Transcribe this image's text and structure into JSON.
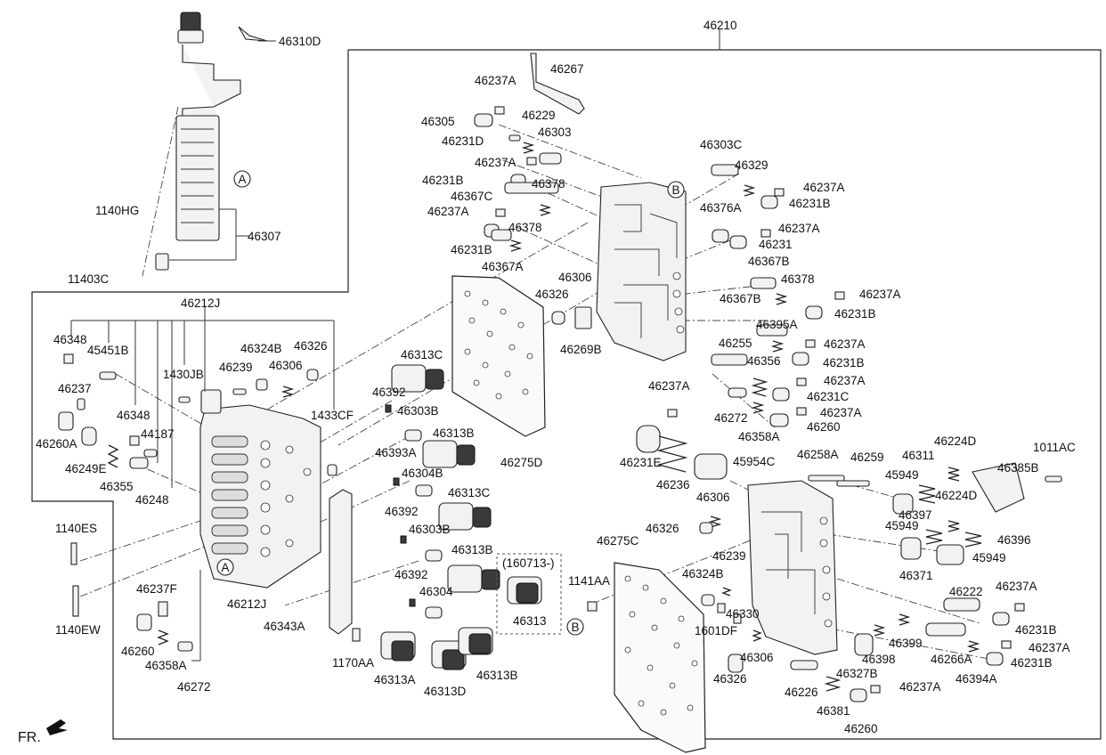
{
  "diagram": {
    "assembly": "46210",
    "labels": {
      "l46310D": "46310D",
      "l1140HG": "1140HG",
      "l46307": "46307",
      "l11403C": "11403C",
      "l46212J_top": "46212J",
      "l46348_a": "46348",
      "l45451B": "45451B",
      "l1430JB": "1430JB",
      "l46324B_l": "46324B",
      "l46326_l": "46326",
      "l46239_l": "46239",
      "l46306_l": "46306",
      "l46237": "46237",
      "l46348_b": "46348",
      "l44187": "44187",
      "l46260A": "46260A",
      "l46249E": "46249E",
      "l46355": "46355",
      "l46248": "46248",
      "l1433CF": "1433CF",
      "l1140ES": "1140ES",
      "l1140EW": "1140EW",
      "l46237F": "46237F",
      "l46260_l": "46260",
      "l46358A_l": "46358A",
      "l46272_l": "46272",
      "l46212J_bot": "46212J",
      "l46343A": "46343A",
      "l1170AA": "1170AA",
      "l46313C_a": "46313C",
      "l46392_a": "46392",
      "l46303B_a": "46303B",
      "l46313B_a": "46313B",
      "l46393A": "46393A",
      "l46304B": "46304B",
      "l46313C_b": "46313C",
      "l46392_b": "46392",
      "l46303B_b": "46303B",
      "l46313B_b": "46313B",
      "l46392_c": "46392",
      "l46304": "46304",
      "l46313A": "46313A",
      "l46313D": "46313D",
      "l46313B_c": "46313B",
      "l160713": "(160713-)",
      "l46313": "46313",
      "l46237A_1": "46237A",
      "l46267": "46267",
      "l46305": "46305",
      "l46229": "46229",
      "l46231D": "46231D",
      "l46303": "46303",
      "l46237A_2": "46237A",
      "l46231B_1": "46231B",
      "l46367C": "46367C",
      "l46378_1": "46378",
      "l46237A_3": "46237A",
      "l46378_2": "46378",
      "l46231B_2": "46231B",
      "l46367A": "46367A",
      "l46306_m": "46306",
      "l46326_m": "46326",
      "l46269B": "46269B",
      "l46275D": "46275D",
      "l46303C": "46303C",
      "l46329": "46329",
      "l46237A_4": "46237A",
      "l46231B_3": "46231B",
      "l46376A": "46376A",
      "l46237A_5": "46237A",
      "l46231": "46231",
      "l46367B_1": "46367B",
      "l46378_3": "46378",
      "l46237A_6": "46237A",
      "l46367B_2": "46367B",
      "l46231B_4": "46231B",
      "l46395A": "46395A",
      "l46255": "46255",
      "l46237A_7": "46237A",
      "l46356": "46356",
      "l46231B_5": "46231B",
      "l46237A_8": "46237A",
      "l46231C": "46231C",
      "l46237A_9": "46237A",
      "l46272_m": "46272",
      "l46237A_10": "46237A",
      "l46260_m": "46260",
      "l46358A_m": "46358A",
      "l46231E": "46231E",
      "l46236": "46236",
      "l45954C": "45954C",
      "l46258A": "46258A",
      "l46259": "46259",
      "l46224D_1": "46224D",
      "l1011AC": "1011AC",
      "l46311": "46311",
      "l45949_1": "45949",
      "l46385B": "46385B",
      "l46224D_2": "46224D",
      "l46306_r": "46306",
      "l46326_r": "46326",
      "l46397": "46397",
      "l45949_2": "45949",
      "l46396": "46396",
      "l45949_3": "45949",
      "l46275C": "46275C",
      "l1141AA": "1141AA",
      "l46239_r": "46239",
      "l46324B_r": "46324B",
      "l46330": "46330",
      "l1601DF": "1601DF",
      "l46306_r2": "46306",
      "l46371": "46371",
      "l46222": "46222",
      "l46237A_11": "46237A",
      "l46231B_6": "46231B",
      "l46399": "46399",
      "l46398": "46398",
      "l46327B": "46327B",
      "l46266A": "46266A",
      "l46237A_12": "46237A",
      "l46231B_7": "46231B",
      "l46326_r2": "46326",
      "l46226": "46226",
      "l46394A": "46394A",
      "l46237A_13": "46237A",
      "l46381": "46381",
      "l46260_r": "46260"
    },
    "callouts": {
      "A_top": "A",
      "A_bot": "A",
      "B_top": "B",
      "B_bot": "B"
    },
    "front_marker": "FR."
  }
}
